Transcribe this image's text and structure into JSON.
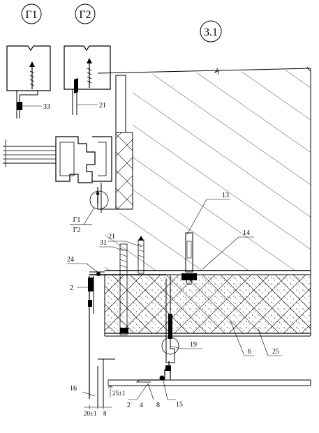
{
  "drawing": {
    "view_labels": {
      "g1": "Г1",
      "g2": "Г2",
      "section": "3.1"
    },
    "callout_fraction": {
      "top": "Г1",
      "bottom": "Г2"
    },
    "callouts": {
      "n33": "33",
      "n21_detail": "21",
      "n13": "13",
      "n14": "14",
      "n21": "21",
      "n31": "31",
      "n24": "24",
      "n2_left": "2",
      "n19": "19",
      "n6": "6",
      "n25": "25",
      "n16": "16",
      "n2_bottom": "2",
      "n4": "4",
      "n8": "8",
      "n15": "15"
    },
    "dimensions": {
      "d25": "25±1",
      "d20": "20±1",
      "d8": "8"
    }
  }
}
